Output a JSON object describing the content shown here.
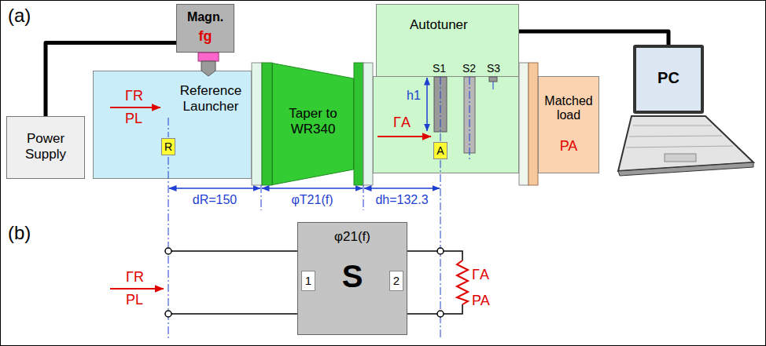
{
  "diagram": {
    "nodes": [
      {
        "text": [
          "Power Supply"
        ]
      },
      {
        "text": [
          "Magn.",
          "fg"
        ]
      },
      {
        "text": [
          "Reference Launcher",
          "ΓR",
          "PL"
        ]
      },
      {
        "text": [
          "R"
        ],
        "in": 2
      },
      {
        "text": [
          "Taper to WR340"
        ]
      },
      {
        "text": [
          "Autotuner"
        ]
      },
      {
        "text": [
          "ΓA"
        ]
      },
      {
        "text": [
          "A"
        ],
        "in": 6
      },
      {
        "text": [
          "Matched load",
          "PA"
        ]
      },
      {
        "text": [
          "PC"
        ]
      },
      {
        "text": [
          "φ21(f)",
          "S"
        ]
      },
      {
        "text": [
          "1"
        ],
        "in": 10
      },
      {
        "text": [
          "2"
        ],
        "in": 10
      }
    ],
    "edges": [
      {
        "from": 0,
        "to": 1,
        "arrow": "none"
      },
      {
        "from": 5,
        "to": 9,
        "arrow": "none"
      }
    ],
    "labels": [
      "(a)",
      "dR=150",
      "φT21(f)",
      "dh=132.3",
      "h1",
      "S1",
      "S2",
      "S3",
      "(b)",
      "ΓR",
      "PL",
      "ΓA",
      "PA"
    ]
  }
}
